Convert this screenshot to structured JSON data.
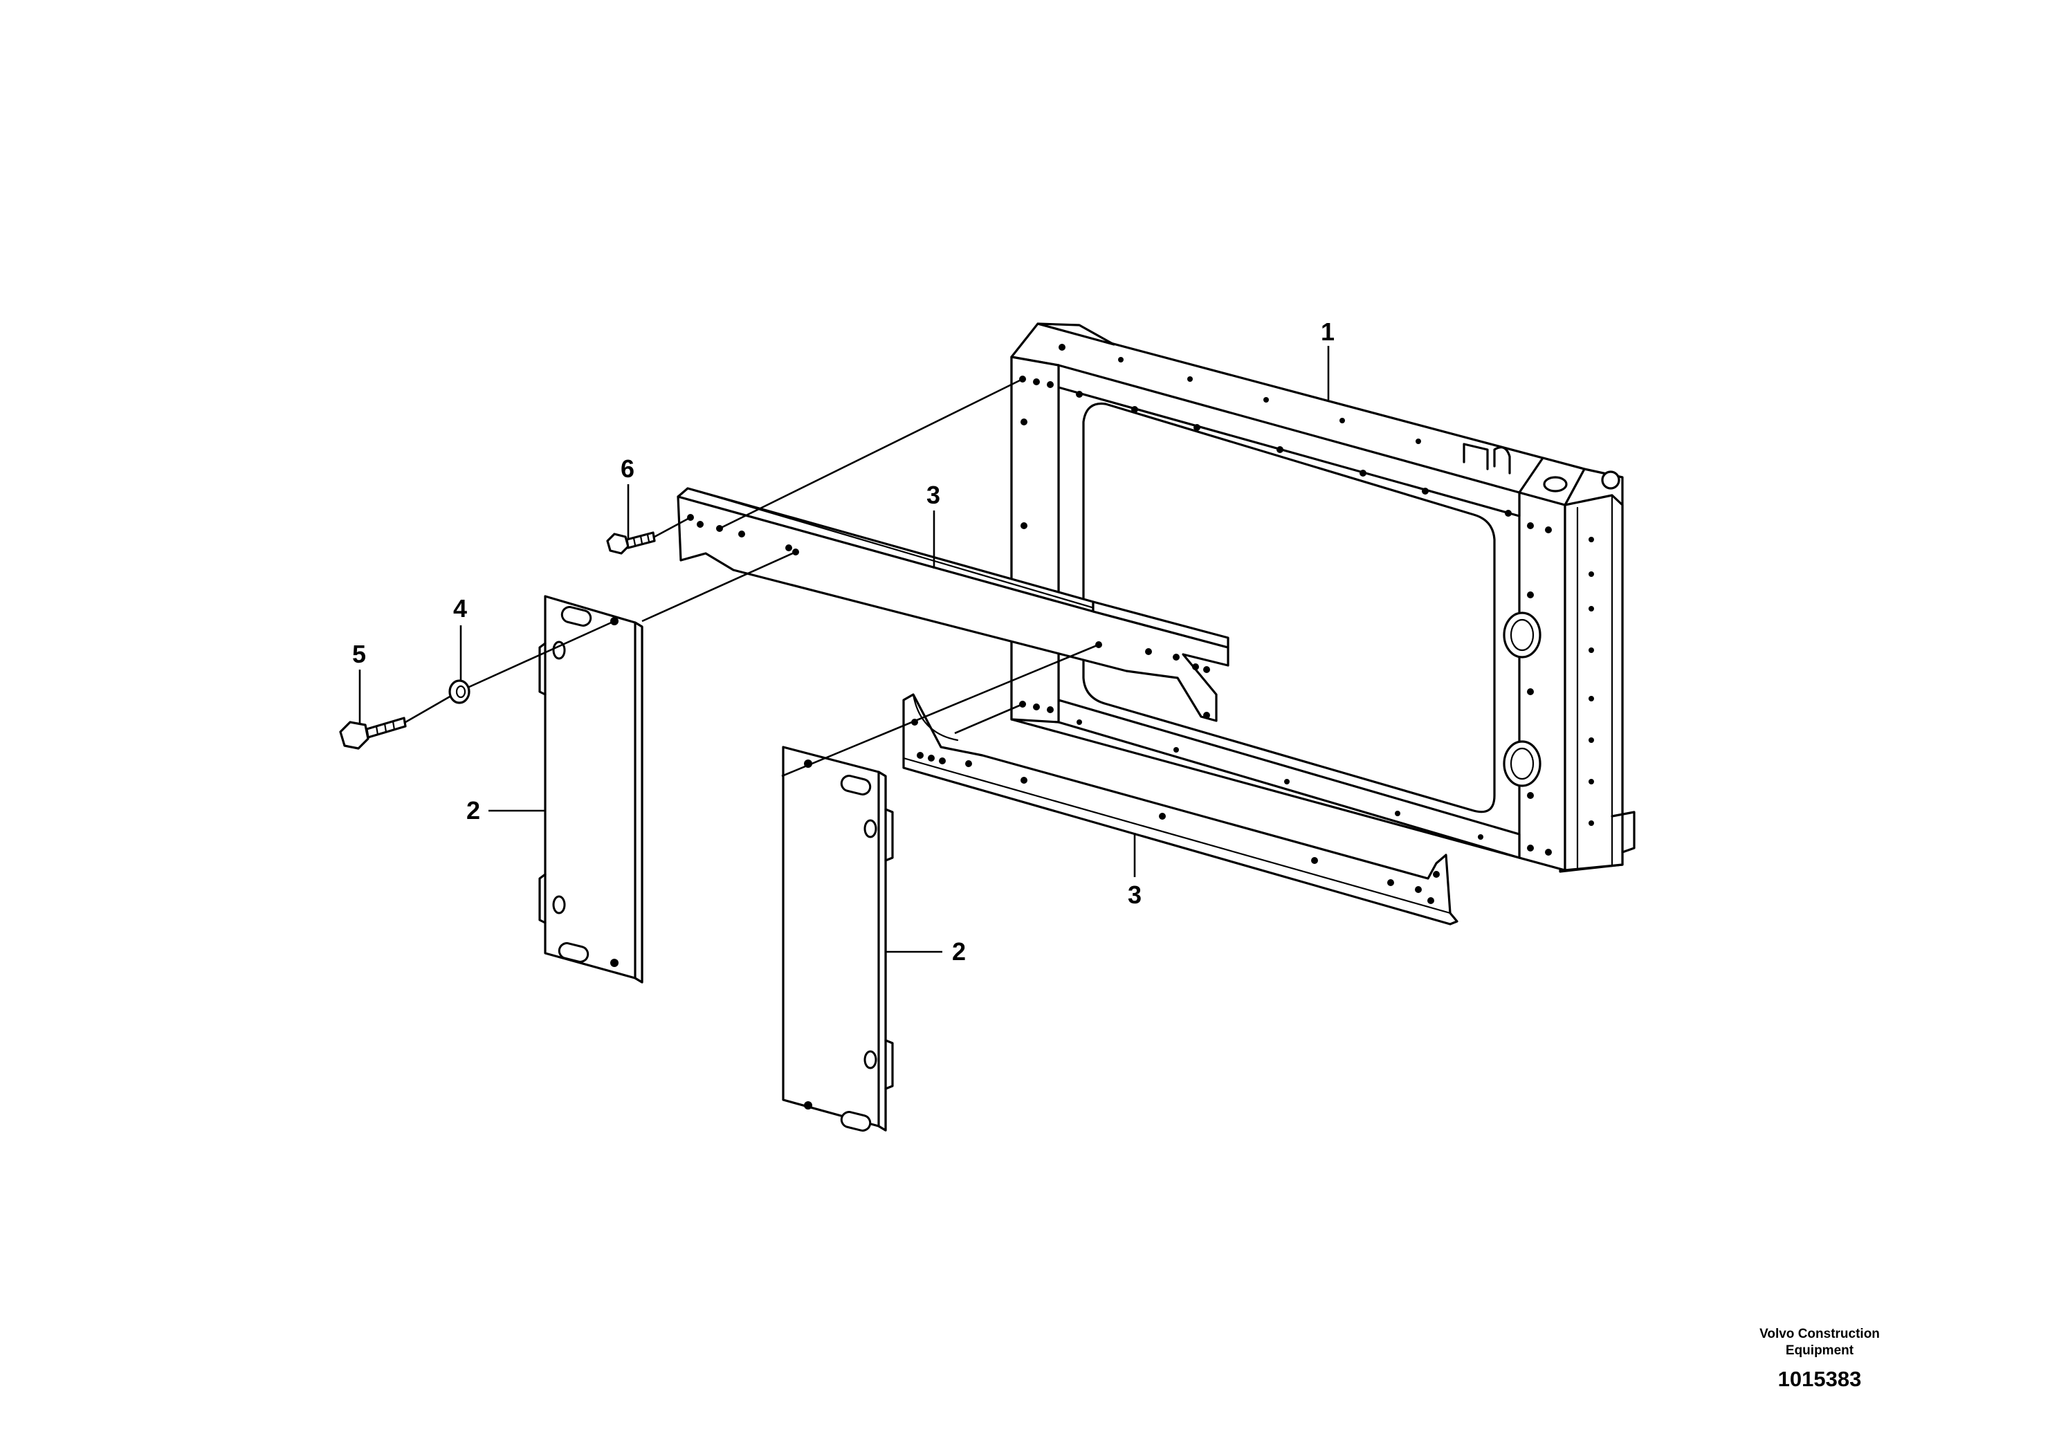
{
  "callouts": {
    "c1": "1",
    "c2a": "2",
    "c2b": "2",
    "c3a": "3",
    "c3b": "3",
    "c4": "4",
    "c5": "5",
    "c6": "6"
  },
  "footer": {
    "company_line1": "Volvo Construction",
    "company_line2": "Equipment",
    "drawing_number": "1015383"
  },
  "colors": {
    "line": "#000000",
    "background": "#ffffff"
  }
}
